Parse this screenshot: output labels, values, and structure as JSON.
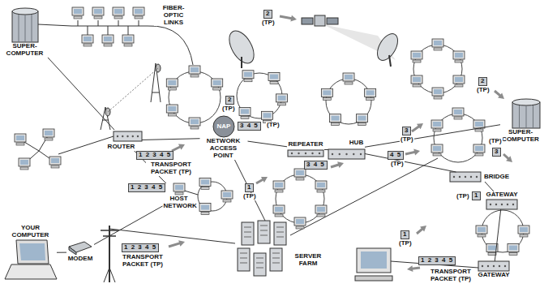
{
  "diagram": {
    "nodes": [
      {
        "text": [
          "SUPER-COMPUTER"
        ]
      },
      {
        "text": [
          "ROUTER"
        ]
      },
      {
        "text": [
          "NAP",
          "NETWORK ACCESS POINT"
        ]
      },
      {
        "text": [
          "REPEATER"
        ]
      },
      {
        "text": [
          "HUB"
        ]
      },
      {
        "text": [
          "BRIDGE"
        ]
      },
      {
        "text": [
          "GATEWAY"
        ]
      },
      {
        "text": [
          "GATEWAY"
        ]
      },
      {
        "text": [
          "SUPER-COMPUTER"
        ]
      },
      {
        "text": [
          "HOST NETWORK"
        ]
      },
      {
        "text": [
          "SERVER FARM"
        ]
      },
      {
        "text": [
          "MODEM"
        ]
      },
      {
        "text": [
          "YOUR COMPUTER"
        ]
      }
    ],
    "edges": [
      {
        "from": 12,
        "to": 11,
        "arrow": "none"
      },
      {
        "from": 11,
        "to": 9,
        "arrow": "none"
      },
      {
        "from": 9,
        "to": 1,
        "arrow": "none"
      },
      {
        "from": 0,
        "to": 1,
        "arrow": "none"
      },
      {
        "from": 1,
        "to": 2,
        "arrow": "none"
      },
      {
        "from": 2,
        "to": 3,
        "arrow": "none"
      },
      {
        "from": 3,
        "to": 4,
        "arrow": "none"
      },
      {
        "from": 4,
        "to": 5,
        "arrow": "none"
      },
      {
        "from": 5,
        "to": 6,
        "arrow": "none"
      },
      {
        "from": 6,
        "to": 7,
        "arrow": "none"
      },
      {
        "from": 2,
        "to": 10,
        "arrow": "none"
      },
      {
        "from": 4,
        "to": 8,
        "arrow": "none"
      }
    ],
    "labels": [
      "FIBER-OPTIC LINKS",
      "2",
      "(TP)",
      "1 2 3 4 5",
      "TRANSPORT PACKET (TP)",
      "2",
      "(TP)",
      "3 4 5",
      "(TP)",
      "3 4 5",
      "1",
      "(TP)",
      "1 2 3 4 5",
      "1 2 3 4 5",
      "TRANSPORT PACKET (TP)",
      "3",
      "(TP)",
      "4 5",
      "(TP)",
      "2",
      "(TP)",
      "(TP)",
      "3",
      "1",
      "(TP)",
      "1",
      "(TP)",
      "1 2 3 4 5",
      "TRANSPORT PACKET (TP)"
    ]
  }
}
